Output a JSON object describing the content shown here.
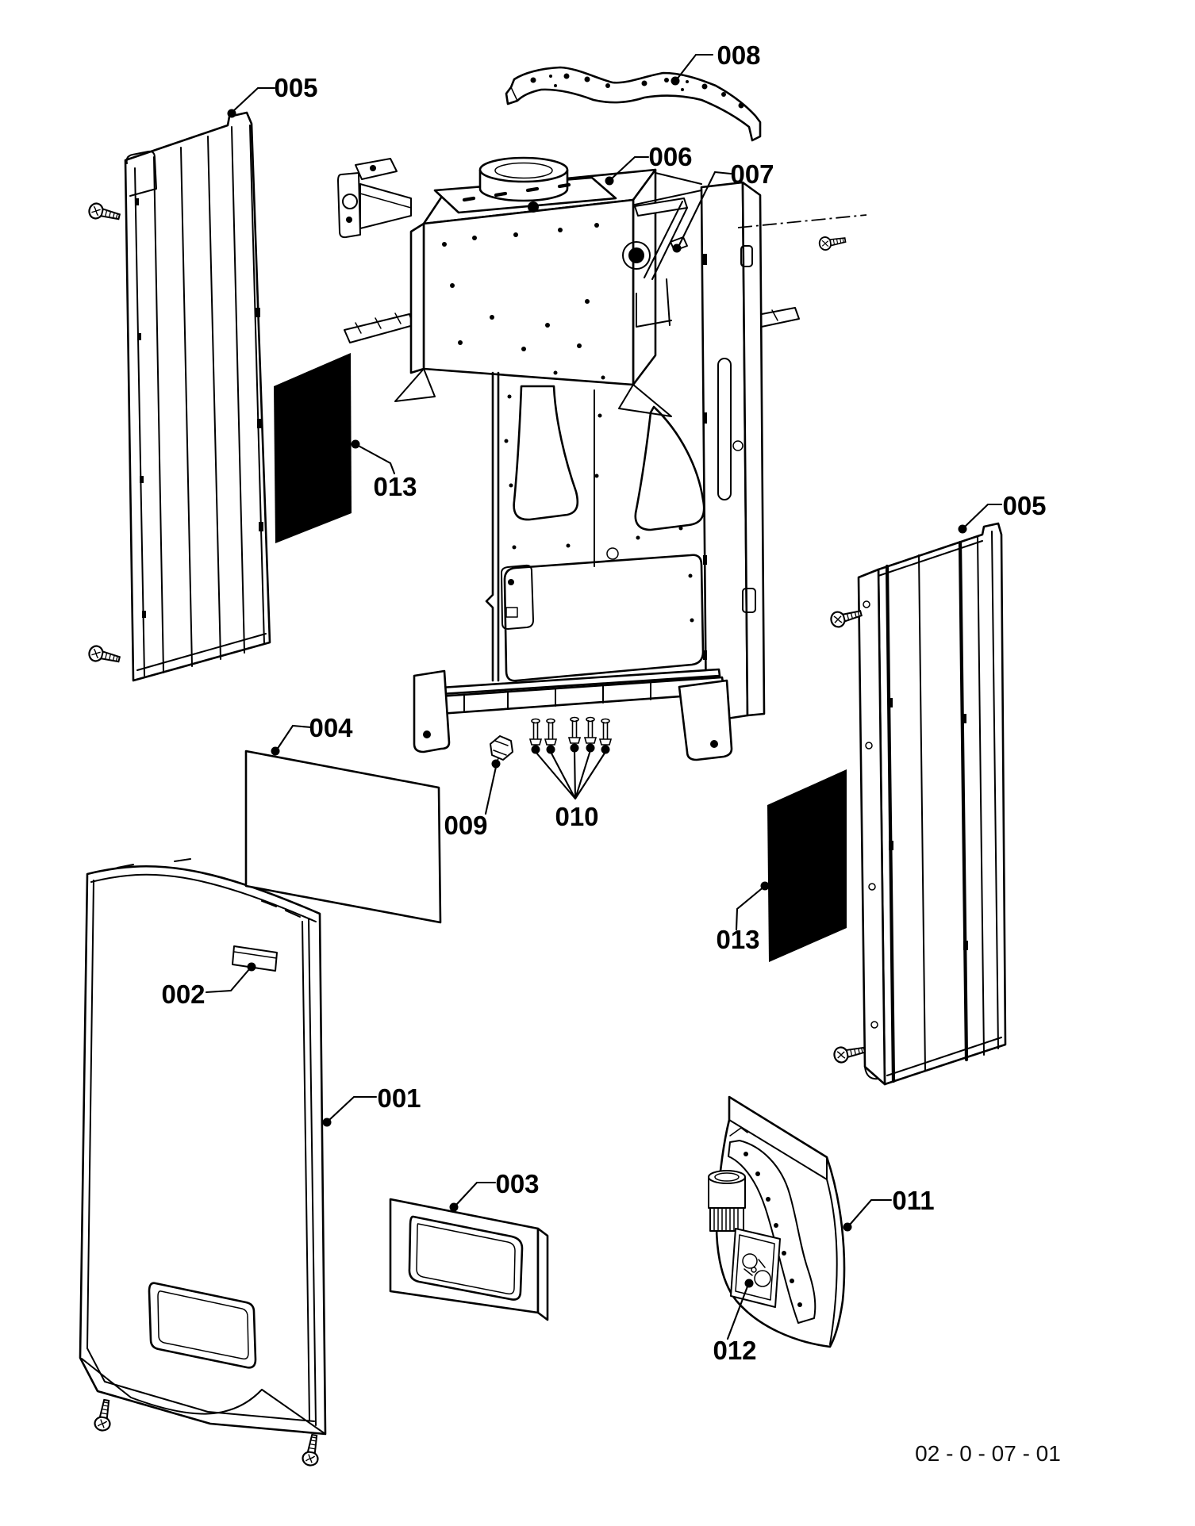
{
  "page": {
    "kind": "exploded-parts-diagram",
    "colors": {
      "background": "#ffffff",
      "line": "#000000",
      "insulation_panel_fill": "#000000"
    }
  },
  "callouts": {
    "n001": "001",
    "n002": "002",
    "n003": "003",
    "n004": "004",
    "n005_left": "005",
    "n005_right": "005",
    "n006": "006",
    "n007": "007",
    "n008": "008",
    "n009": "009",
    "n010": "010",
    "n011": "011",
    "n012": "012",
    "n013_left": "013",
    "n013_right": "013"
  },
  "footer": {
    "page_code": "02 - 0 - 07 - 01"
  }
}
